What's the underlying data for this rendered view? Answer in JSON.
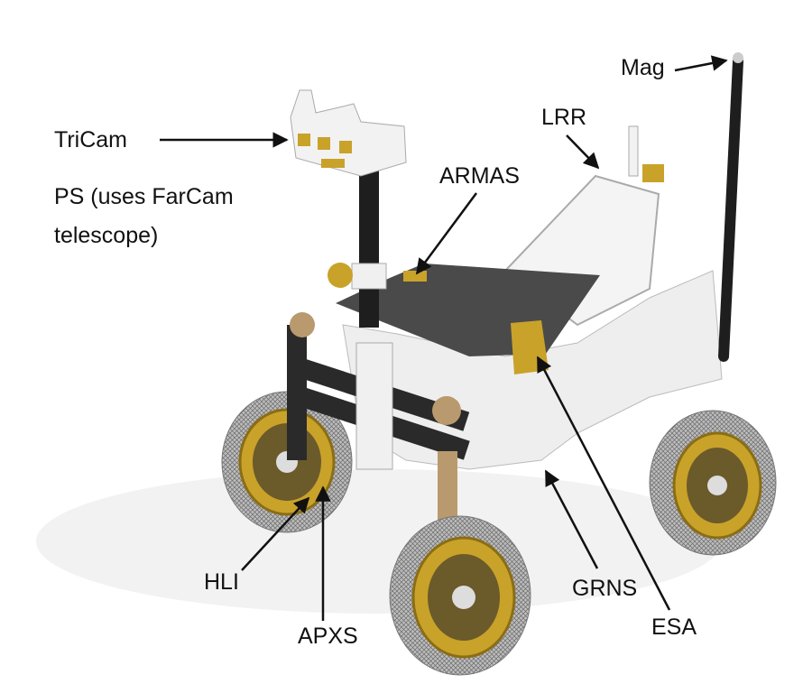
{
  "labels": {
    "mag": "Mag",
    "lrr": "LRR",
    "tricam": "TriCam",
    "ps_line1": "PS (uses FarCam",
    "ps_line2": "telescope)",
    "armas": "ARMAS",
    "hli": "HLI",
    "apxs": "APXS",
    "grns": "GRNS",
    "esa": "ESA"
  },
  "colors": {
    "gold": "#c9a22a",
    "deck": "#4a4a4a",
    "mast": "#1e1e1e",
    "body": "#eeeeee",
    "tire": "#9a9a9a"
  }
}
